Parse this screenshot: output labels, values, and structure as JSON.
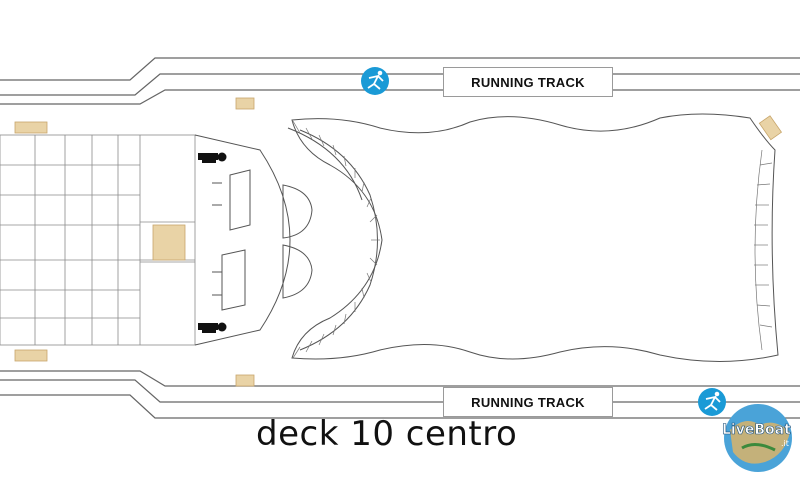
{
  "map": {
    "running_track_top": "RUNNING TRACK",
    "running_track_bottom": "RUNNING TRACK",
    "caption": "deck 10 centro"
  },
  "watermark": {
    "brand": "LiveBoat.it"
  },
  "colors": {
    "icon_blue": "#1a9ad6",
    "lounger": "#e9d3a6",
    "lounger_border": "#c8a66b",
    "outline": "#666666"
  },
  "icons": [
    "jogger-icon",
    "jogger-icon",
    "person-icon",
    "person-icon"
  ]
}
